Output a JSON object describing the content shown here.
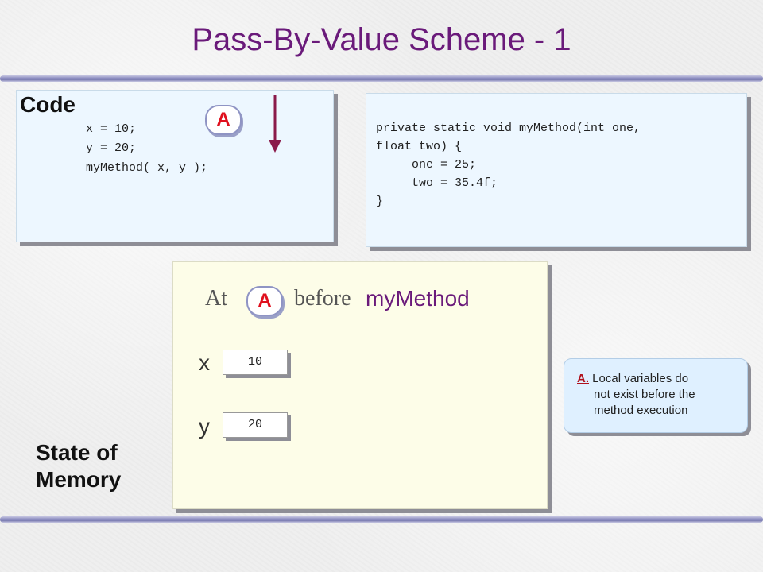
{
  "slide": {
    "title": "Pass-By-Value Scheme - 1"
  },
  "code_panel": {
    "heading": "Code",
    "lines": [
      "x = 10;",
      "y = 20;",
      "myMethod( x, y );"
    ],
    "marker": "A"
  },
  "method_panel": {
    "lines": [
      "private static void myMethod(int one,",
      "float two) {",
      "     one = 25;",
      "     two = 35.4f;",
      "}"
    ]
  },
  "memory_panel": {
    "caption_at": "At",
    "marker": "A",
    "caption_before": "before",
    "caption_method": "myMethod",
    "variables": [
      {
        "name": "x",
        "value": "10"
      },
      {
        "name": "y",
        "value": "20"
      }
    ]
  },
  "state_label": {
    "line1": "State of",
    "line2": "Memory"
  },
  "note": {
    "tag": "A.",
    "text1": "Local variables do",
    "text2": "not  exist before the",
    "text3": "method execution"
  },
  "colors": {
    "title": "#6a1a7a",
    "marker": "#e0101e",
    "note_tag": "#b0101c",
    "arrow": "#8a1a4a"
  }
}
